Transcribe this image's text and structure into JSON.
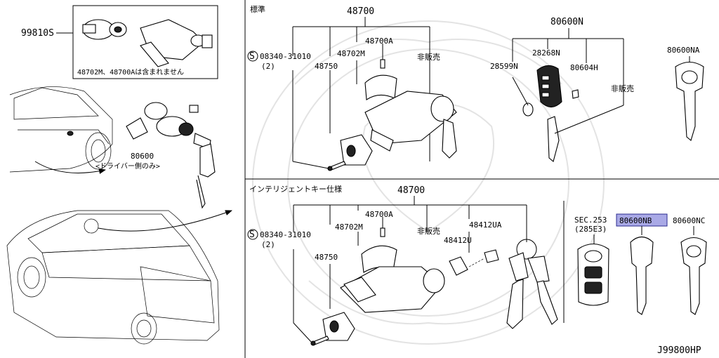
{
  "colors": {
    "line": "#000000",
    "background": "#ffffff",
    "highlight_fill": "#a9a9e6",
    "highlight_border": "#2b2b8f",
    "watermark": "#e3e3e3"
  },
  "inset": {
    "part": "99810S",
    "note": "48702M、48700Aは含まれません"
  },
  "vehicle_side": {
    "part": "80600",
    "note": "<ドライバー側のみ>"
  },
  "standard": {
    "heading": "標準",
    "p48700": "48700",
    "p48700A": "48700A",
    "p48702M": "48702M",
    "p48750": "48750",
    "bolt": "08340-31010",
    "bolt_prefix": "S",
    "bolt_qty": "(2)",
    "not_sold": "非販売"
  },
  "keys_standard": {
    "p80600N": "80600N",
    "p28268N": "28268N",
    "p28599N": "28599N",
    "p80604H": "80604H",
    "not_sold": "非販売",
    "p80600NA": "80600NA"
  },
  "intelligent": {
    "heading": "インテリジェントキー仕様",
    "p48700": "48700",
    "p48700A": "48700A",
    "p48702M": "48702M",
    "p48750": "48750",
    "bolt": "08340-31010",
    "bolt_prefix": "S",
    "bolt_qty": "(2)",
    "not_sold": "非販売",
    "p48412UA": "48412UA",
    "p48412U": "48412U"
  },
  "keys_intelligent": {
    "sec": "SEC.253",
    "sec_sub": "(285E3)",
    "p80600NB": "80600NB",
    "p80600NC": "80600NC"
  },
  "diagram_code": "J99800HP"
}
